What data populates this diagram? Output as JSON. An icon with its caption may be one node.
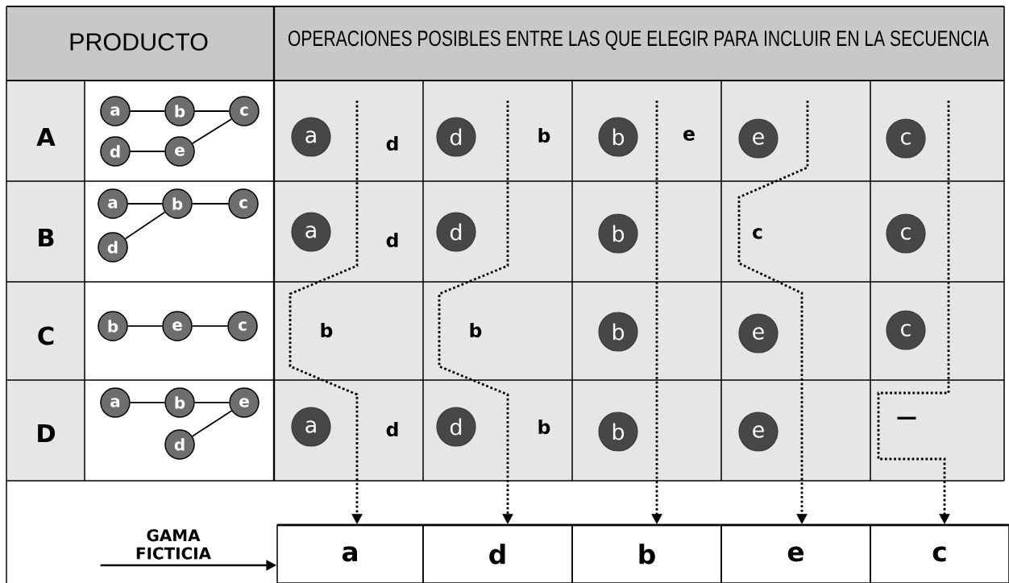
{
  "diagram": {
    "nodes": [
      {
        "text": [
          "a"
        ]
      },
      {
        "text": [
          "b"
        ]
      },
      {
        "text": [
          "c"
        ]
      },
      {
        "text": [
          "d"
        ]
      },
      {
        "text": [
          "e"
        ]
      },
      {
        "text": [
          "a"
        ]
      },
      {
        "text": [
          "d"
        ]
      },
      {
        "text": [
          "b"
        ]
      },
      {
        "text": [
          "e"
        ]
      },
      {
        "text": [
          "c"
        ]
      },
      {
        "text": [
          "a"
        ]
      },
      {
        "text": [
          "b"
        ]
      },
      {
        "text": [
          "c"
        ]
      },
      {
        "text": [
          "d"
        ]
      },
      {
        "text": [
          "a"
        ]
      },
      {
        "text": [
          "d"
        ]
      },
      {
        "text": [
          "b"
        ]
      },
      {
        "text": [
          "c"
        ]
      },
      {
        "text": [
          "b"
        ]
      },
      {
        "text": [
          "e"
        ]
      },
      {
        "text": [
          "c"
        ]
      },
      {
        "text": [
          "b"
        ]
      },
      {
        "text": [
          "e"
        ]
      },
      {
        "text": [
          "c"
        ]
      },
      {
        "text": [
          "a"
        ]
      },
      {
        "text": [
          "b"
        ]
      },
      {
        "text": [
          "e"
        ]
      },
      {
        "text": [
          "d"
        ]
      },
      {
        "text": [
          "a"
        ]
      },
      {
        "text": [
          "d"
        ]
      },
      {
        "text": [
          "b"
        ]
      },
      {
        "text": [
          "e"
        ]
      },
      {
        "text": [
          "GAMA FICTICIA"
        ]
      },
      {
        "text": [
          "a"
        ]
      },
      {
        "text": [
          "d"
        ]
      },
      {
        "text": [
          "b"
        ]
      },
      {
        "text": [
          "e"
        ]
      },
      {
        "text": [
          "c"
        ]
      }
    ],
    "edges": [
      {
        "from": 0,
        "to": 1,
        "arrow": "none"
      },
      {
        "from": 1,
        "to": 2,
        "arrow": "none"
      },
      {
        "from": 3,
        "to": 4,
        "arrow": "none"
      },
      {
        "from": 4,
        "to": 2,
        "arrow": "none"
      },
      {
        "from": 10,
        "to": 11,
        "arrow": "none"
      },
      {
        "from": 11,
        "to": 12,
        "arrow": "none"
      },
      {
        "from": 11,
        "to": 13,
        "arrow": "none"
      },
      {
        "from": 18,
        "to": 19,
        "arrow": "none"
      },
      {
        "from": 19,
        "to": 20,
        "arrow": "none"
      },
      {
        "from": 24,
        "to": 25,
        "arrow": "none"
      },
      {
        "from": 25,
        "to": 26,
        "arrow": "none"
      },
      {
        "from": 26,
        "to": 27,
        "arrow": "none"
      },
      {
        "from": 32,
        "to": 33,
        "arrow": "to"
      },
      {
        "from": null,
        "to": 33,
        "arrow": "to",
        "style": "dashed"
      },
      {
        "from": null,
        "to": 34,
        "arrow": "to",
        "style": "dashed"
      },
      {
        "from": null,
        "to": 35,
        "arrow": "to",
        "style": "dashed"
      },
      {
        "from": null,
        "to": 36,
        "arrow": "to",
        "style": "dashed"
      },
      {
        "from": null,
        "to": 37,
        "arrow": "to",
        "style": "dashed"
      }
    ],
    "labels": [
      "PRODUCTO",
      "OPERACIONES POSIBLES ENTRE LAS QUE ELEGIR PARA INCLUIR EN LA SECUENCIA",
      "A",
      "d",
      "b",
      "e",
      "B",
      "d",
      "c",
      "C",
      "b",
      "b",
      "D",
      "d",
      "b",
      "—"
    ]
  }
}
